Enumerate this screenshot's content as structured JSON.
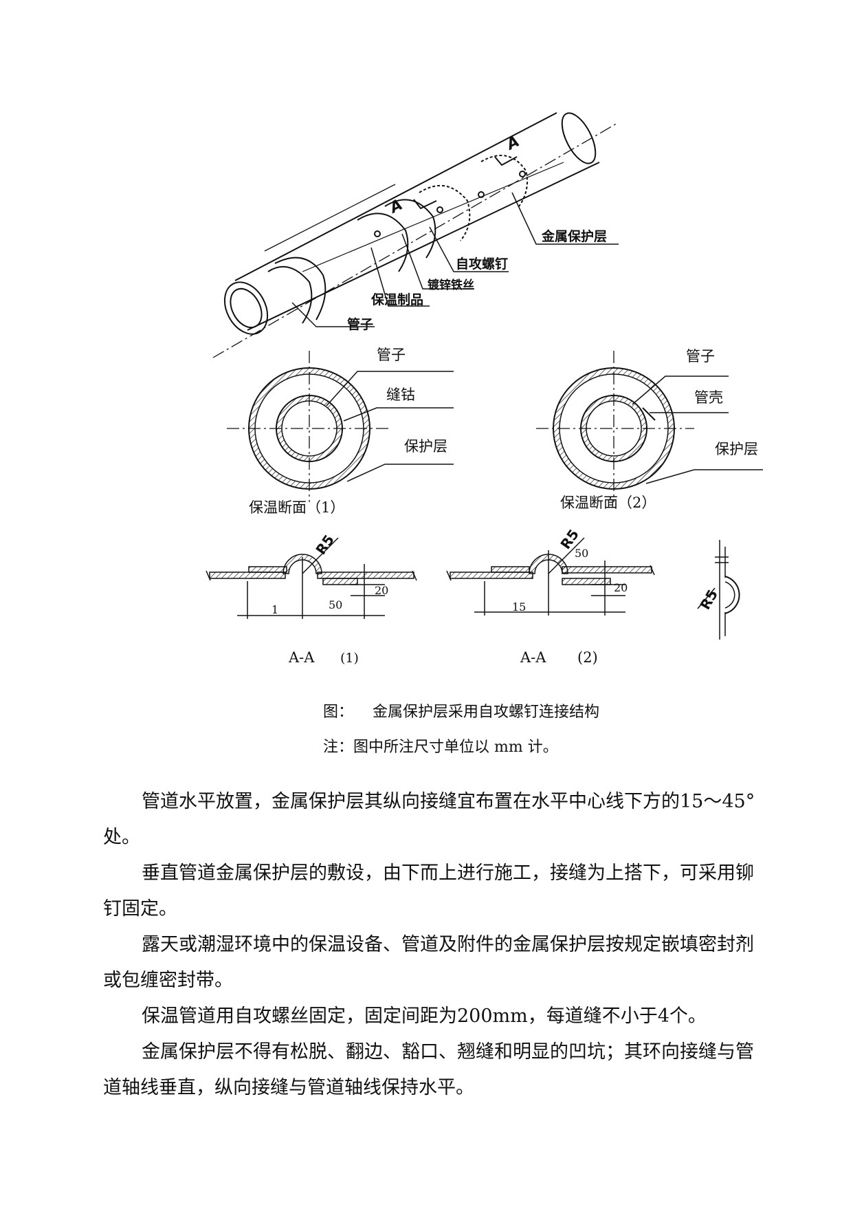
{
  "pipe3d": {
    "label_cover": "金属保护层",
    "label_screw": "自攻螺钉",
    "label_wire": "镀锌铁丝",
    "label_insul": "保温制品",
    "label_pipe": "管子",
    "section_mark_1": "A",
    "section_mark_2": "A"
  },
  "section1": {
    "label_pipe": "管子",
    "label_gap": "缝钴",
    "label_cover": "保护层",
    "title": "保温断面（1）"
  },
  "section2": {
    "label_pipe": "管子",
    "label_shell": "管壳",
    "label_cover": "保护层",
    "title": "保温断面（2）"
  },
  "detail1": {
    "r": "R5",
    "dim_20": "20",
    "dim_50": "50",
    "dim_1": "1",
    "name": "A-A",
    "index": "(1)"
  },
  "detail2": {
    "r": "R5",
    "dim_50": "50",
    "dim_20": "20",
    "dim_15": "15",
    "name": "A-A",
    "index": "(2)"
  },
  "detail3": {
    "r": "R5"
  },
  "caption": {
    "figure_prefix": "图：",
    "figure_title": "金属保护层采用自攻螺钉连接结构",
    "note": "注：图中所注尺寸单位以 mm 计。"
  },
  "paragraphs": [
    "管道水平放置，金属保护层其纵向接缝宜布置在水平中心线下方的15～45°处。",
    "垂直管道金属保护层的敷设，由下而上进行施工，接缝为上搭下，可采用铆钉固定。",
    "露天或潮湿环境中的保温设备、管道及附件的金属保护层按规定嵌填密封剂或包缠密封带。",
    "保温管道用自攻螺丝固定，固定间距为200mm，每道缝不小于4个。",
    "金属保护层不得有松脱、翻边、豁口、翘缝和明显的凹坑；其环向接缝与管道轴线垂直，纵向接缝与管道轴线保持水平。"
  ]
}
